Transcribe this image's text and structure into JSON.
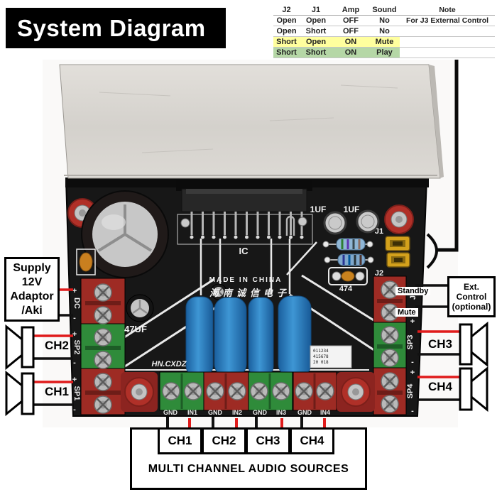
{
  "banner": {
    "title": "System Diagram"
  },
  "truth_table": {
    "headers": [
      "J2",
      "J1",
      "Amp",
      "Sound",
      "Note"
    ],
    "rows": [
      {
        "j2": "Open",
        "j1": "Open",
        "amp": "OFF",
        "sound": "No",
        "note": "For J3 External Control"
      },
      {
        "j2": "Open",
        "j1": "Short",
        "amp": "OFF",
        "sound": "No",
        "note": ""
      },
      {
        "j2": "Short",
        "j1": "Open",
        "amp": "ON",
        "sound": "Mute",
        "note": ""
      },
      {
        "j2": "Short",
        "j1": "Short",
        "amp": "ON",
        "sound": "Play",
        "note": ""
      }
    ],
    "row_highlights": [
      "none",
      "none",
      "yellow",
      "green"
    ]
  },
  "annotations": {
    "supply": {
      "line1": "Supply",
      "line2": "12V",
      "line3": "Adaptor",
      "line4": "/Aki"
    },
    "ext_control": {
      "line1": "Ext.",
      "line2": "Control",
      "line3": "(optional)"
    },
    "standby": "Standby",
    "mute": "Mute",
    "ch_left_top": "CH2",
    "ch_left_bottom": "CH1",
    "ch_right_top": "CH3",
    "ch_right_bottom": "CH4",
    "source_ch1": "CH1",
    "source_ch2": "CH2",
    "source_ch3": "CH3",
    "source_ch4": "CH4",
    "sources_caption": "MULTI CHANNEL AUDIO SOURCES"
  },
  "board": {
    "silkscreen": {
      "ic": "IC",
      "made_in": "MADE IN CHINA",
      "brand_cn": "海南诚信电子",
      "brand": "HN.CXDZ",
      "cap1": "1UF",
      "cap2": "1UF",
      "j1": "J1",
      "j2": "J2",
      "c474": "474",
      "c47uf": "47UF"
    },
    "edge": {
      "plus": "+",
      "minus": "-",
      "dc": "DC",
      "sp1": "SP1",
      "sp2": "SP2",
      "sp3": "SP3",
      "sp4": "SP4",
      "j3": "J3"
    },
    "inputs": [
      "GND",
      "IN1",
      "GND",
      "IN2",
      "GND",
      "IN3",
      "GND",
      "IN4"
    ],
    "sticker": {
      "line1": "011234",
      "line2": "415678",
      "line3": "20 018"
    }
  },
  "colors": {
    "wire_positive": "#e01b1b",
    "wire_negative": "#111111",
    "highlight_yellow": "#ffff9e",
    "highlight_green": "#b5d7a6",
    "terminal_red": "#9e2b24",
    "terminal_green": "#2f8b3a",
    "jumper_yellow": "#d3a11c",
    "cap_blue": "#2273b2"
  }
}
